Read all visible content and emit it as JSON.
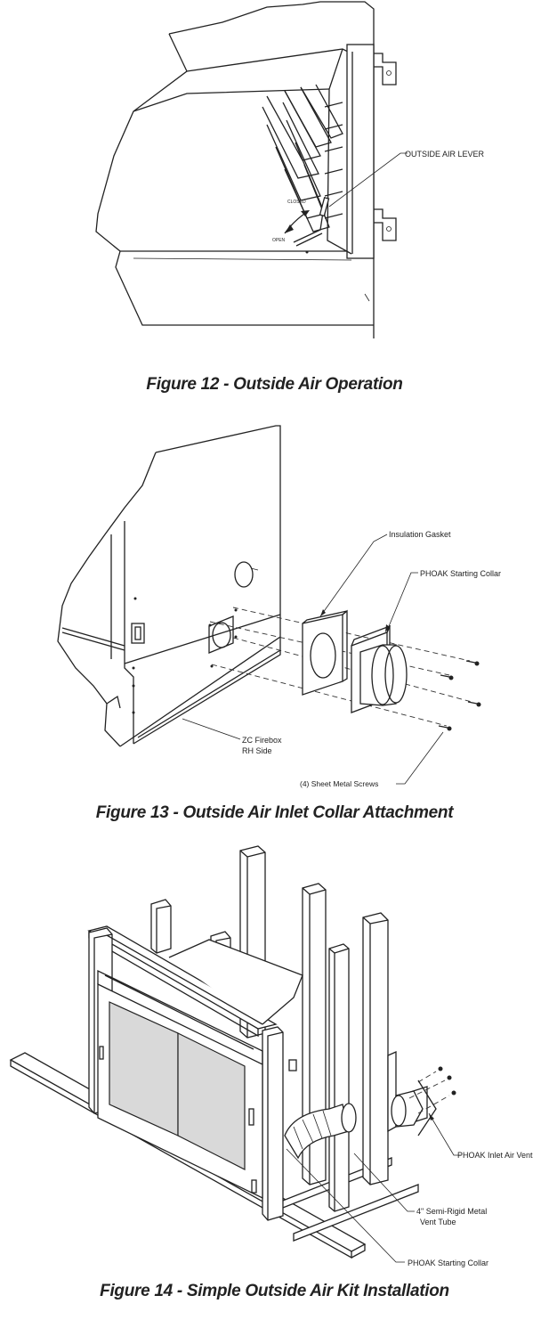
{
  "figure12": {
    "caption": "Figure 12 - Outside Air Operation",
    "labels": {
      "lever": "OUTSIDE AIR LEVER",
      "closed": "CLOSED",
      "open": "OPEN"
    }
  },
  "figure13": {
    "caption": "Figure 13 - Outside Air Inlet Collar Attachment",
    "labels": {
      "gasket": "Insulation Gasket",
      "collar": "PHOAK Starting Collar",
      "firebox_line1": "ZC Firebox",
      "firebox_line2": "RH Side",
      "screws": "(4) Sheet Metal Screws"
    }
  },
  "figure14": {
    "caption": "Figure 14 - Simple Outside Air Kit Installation",
    "labels": {
      "inlet_vent": "PHOAK Inlet Air Vent",
      "tube_line1": "4\" Semi-Rigid Metal",
      "tube_line2": "Vent Tube",
      "collar": "PHOAK Starting Collar"
    }
  }
}
